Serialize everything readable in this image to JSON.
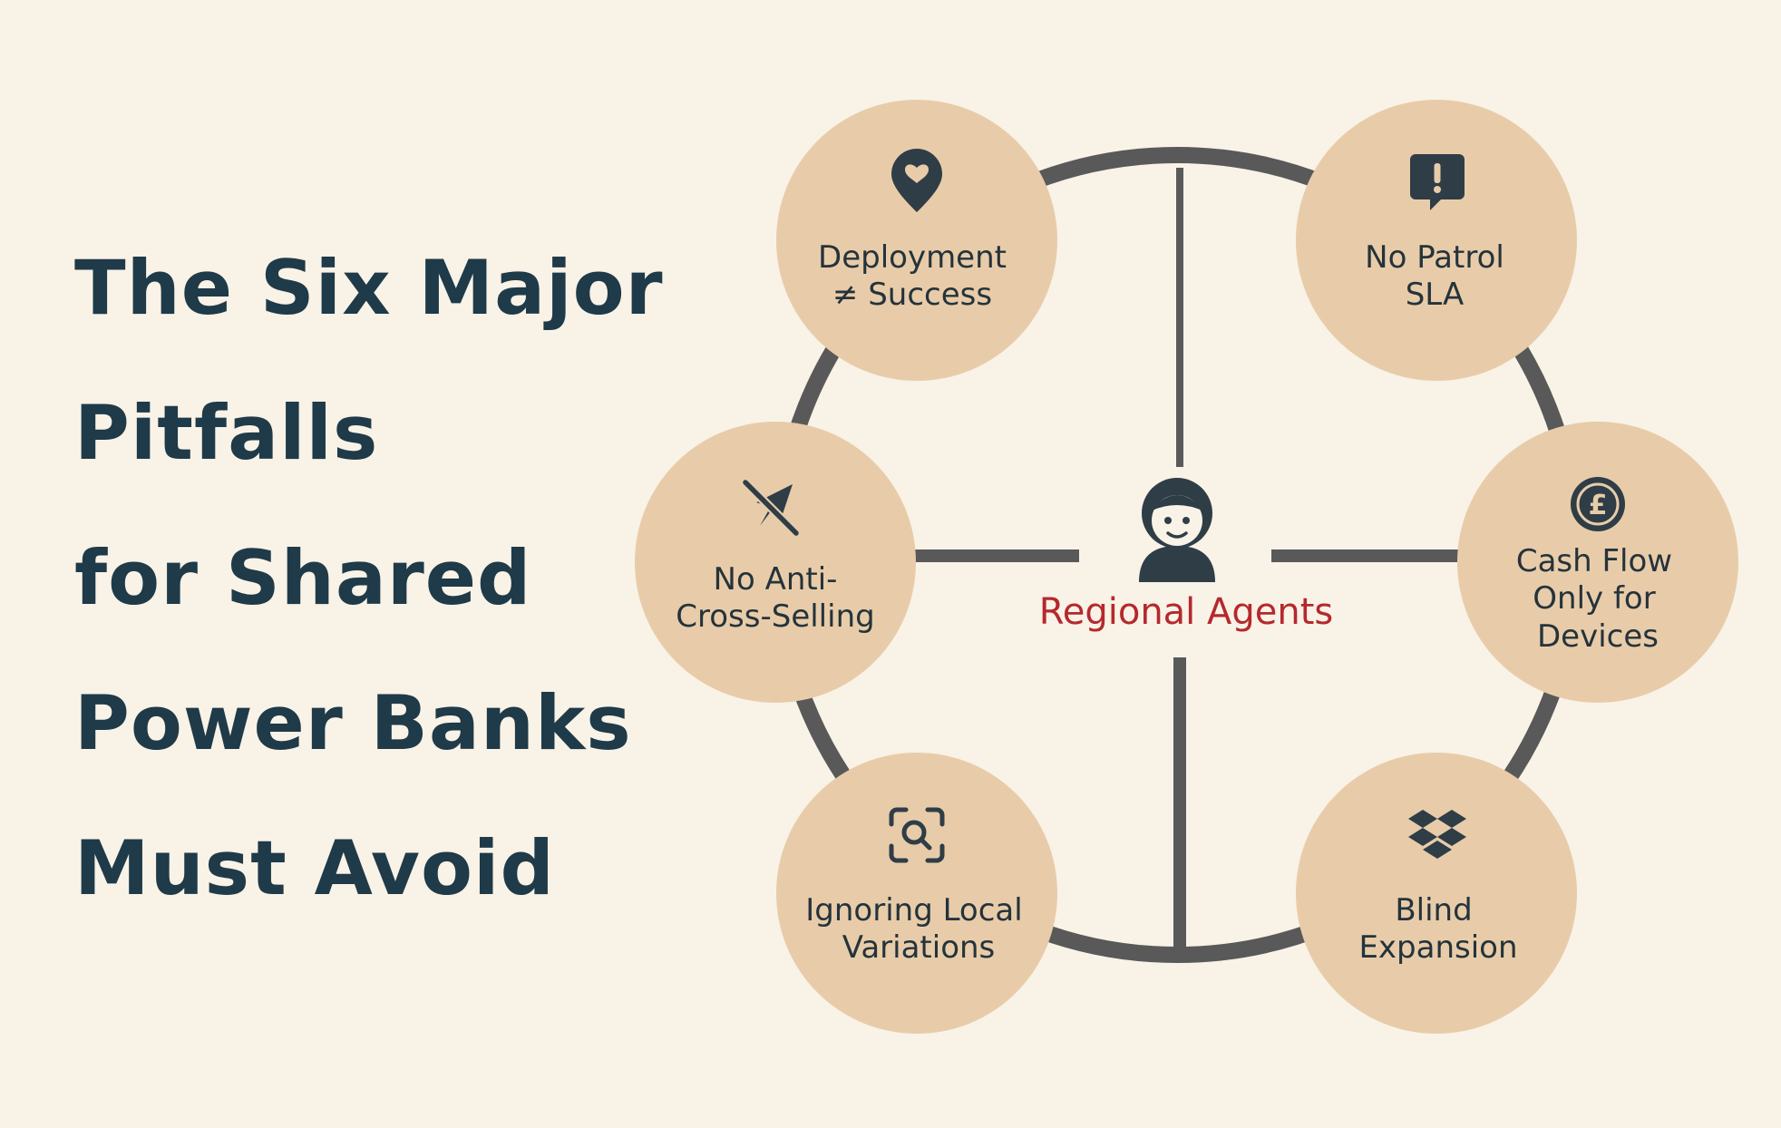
{
  "title_lines": [
    "The Six Major",
    "Pitfalls",
    "for Shared",
    "Power Banks",
    "Must Avoid"
  ],
  "center": {
    "label": "Regional Agents",
    "icon": "agent-face-icon",
    "label_color": "#b4292d"
  },
  "nodes": [
    {
      "id": "deployment",
      "lines": [
        "Deployment",
        "≠ Success"
      ],
      "icon": "heart-pin-icon"
    },
    {
      "id": "patrol",
      "lines": [
        "No Patrol",
        "SLA"
      ],
      "icon": "alert-message-icon"
    },
    {
      "id": "anti-cross",
      "lines": [
        "No Anti-",
        "Cross-Selling"
      ],
      "icon": "plane-slash-icon"
    },
    {
      "id": "cashflow",
      "lines": [
        "Cash Flow",
        "Only for",
        "Devices"
      ],
      "icon": "pound-coin-icon"
    },
    {
      "id": "local",
      "lines": [
        "Ignoring Local",
        "Variations"
      ],
      "icon": "scan-search-icon"
    },
    {
      "id": "expansion",
      "lines": [
        "Blind",
        "Expansion"
      ],
      "icon": "dropbox-icon"
    }
  ],
  "colors": {
    "background": "#f9f2e7",
    "title": "#1f3a48",
    "node_fill": "#e8cca9",
    "ring": "#595959",
    "icon": "#2f3d47"
  }
}
